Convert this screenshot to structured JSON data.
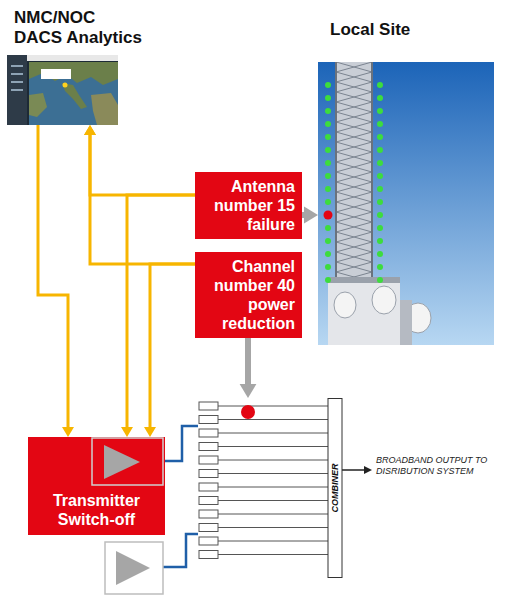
{
  "diagram": {
    "nodes": [
      {
        "text": [
          "NMC/NOC DACS Analytics"
        ]
      },
      {
        "text": [
          "Local Site"
        ]
      },
      {
        "text": [
          "Antenna number 15 failure"
        ]
      },
      {
        "text": [
          "Channel number 40 power reduction"
        ]
      },
      {
        "text": [
          "Transmitter Switch-off"
        ]
      },
      {
        "text": [
          "COMBINER"
        ]
      }
    ],
    "edges": [
      {
        "from": 0,
        "to": 4,
        "arrow": "to"
      },
      {
        "from": 2,
        "to": 0,
        "arrow": "to"
      },
      {
        "from": 3,
        "to": 0,
        "arrow": "to"
      },
      {
        "from": 2,
        "to": 4,
        "arrow": "to"
      },
      {
        "from": 3,
        "to": 4,
        "arrow": "to"
      },
      {
        "from": 2,
        "to": 1,
        "arrow": "to"
      },
      {
        "from": 3,
        "to": 5,
        "arrow": "to"
      }
    ],
    "labels": [
      "BROADBAND OUTPUT TO DISRIBUTION SYSTEM"
    ]
  }
}
